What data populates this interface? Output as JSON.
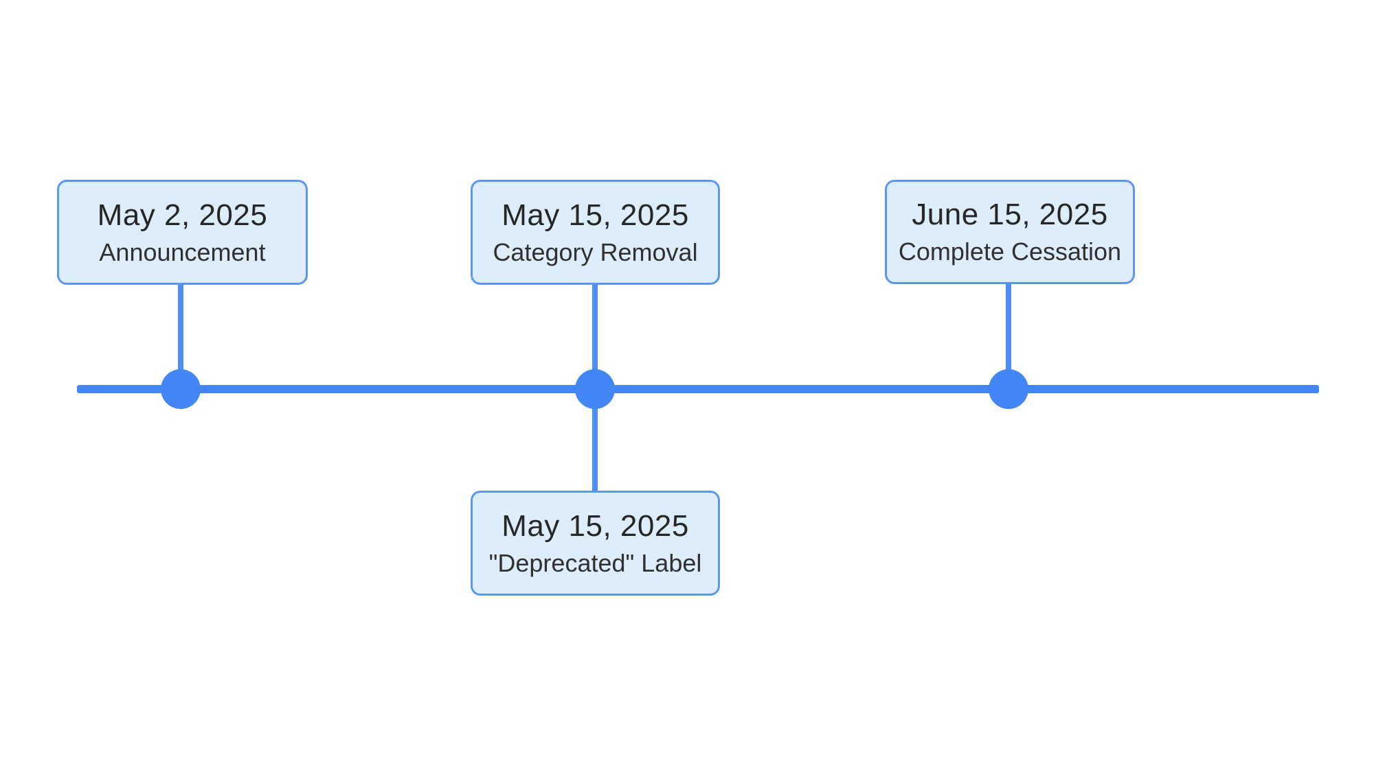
{
  "diagram": {
    "type": "timeline",
    "orientation": "horizontal",
    "colors": {
      "accent": "#4285f4",
      "connector": "#4d8ef5",
      "card_fill": "#ddedfb",
      "card_border": "#5c96f5",
      "text": "#262626",
      "background": "#ffffff"
    },
    "events": [
      {
        "date": "May 2, 2025",
        "label": "Announcement",
        "position": "above"
      },
      {
        "date": "May 15, 2025",
        "label": "Category Removal",
        "position": "above"
      },
      {
        "date": "June 15, 2025",
        "label": "Complete Cessation",
        "position": "above"
      },
      {
        "date": "May 15, 2025",
        "label": "\"Deprecated\" Label",
        "position": "below"
      }
    ]
  }
}
